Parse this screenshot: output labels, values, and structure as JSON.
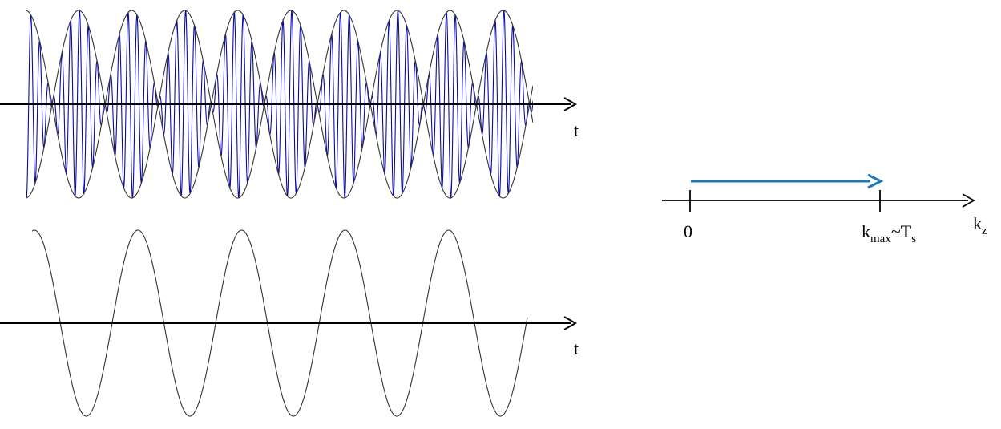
{
  "top_plot": {
    "axis_label": "t",
    "carrier_color": "#0a0aa8",
    "envelope_color": "#333333"
  },
  "bottom_plot": {
    "axis_label": "t",
    "curve_color": "#333333"
  },
  "k_axis": {
    "axis_main": "k",
    "axis_sub": "z",
    "origin_label": "0",
    "kmax_main": "k",
    "kmax_sub": "max",
    "tilde": "~",
    "ts_main": "T",
    "ts_sub": "s",
    "arrow_color": "#1f77b4"
  }
}
